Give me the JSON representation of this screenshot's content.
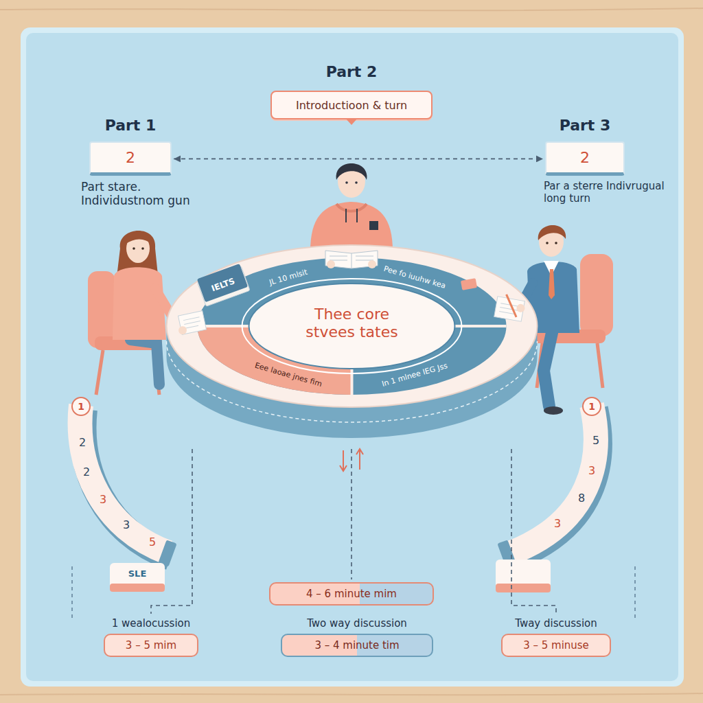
{
  "diagram": {
    "nodes": [
      {
        "text": [
          "Part 2",
          "Introductioon & turn"
        ]
      },
      {
        "text": [
          "Part 1",
          "2"
        ]
      },
      {
        "text": [
          "Part 3",
          "2"
        ]
      },
      {
        "text": [
          "Thee core stvees tates"
        ]
      },
      {
        "text": [
          "1 wealocussion",
          "3 – 5 mim"
        ]
      },
      {
        "text": [
          "4 – 6 minute mim"
        ]
      },
      {
        "text": [
          "Two way discussion",
          "3 – 4 minute tim"
        ]
      },
      {
        "text": [
          "Tway discussion",
          "3 – 5 minuse"
        ]
      }
    ],
    "edges": [
      {
        "from": 1,
        "to": 2,
        "arrow": "both"
      },
      {
        "from": 3,
        "to": 4,
        "arrow": "none"
      },
      {
        "from": 3,
        "to": 5,
        "arrow": "none"
      },
      {
        "from": 3,
        "to": 7,
        "arrow": "none"
      }
    ],
    "labels": [
      "Part stare. Individustnom gun",
      "Par a sterre Indivrugual long turn",
      "IELTS",
      "JL 10 mlsit",
      "Pee fo iuuhw kea",
      "Eee laoae jnes fim",
      "In 1 mlnee IEG Jss",
      "1",
      "2",
      "2",
      "3",
      "3",
      "5",
      "1",
      "5",
      "3",
      "8",
      "3",
      "SLE"
    ]
  }
}
